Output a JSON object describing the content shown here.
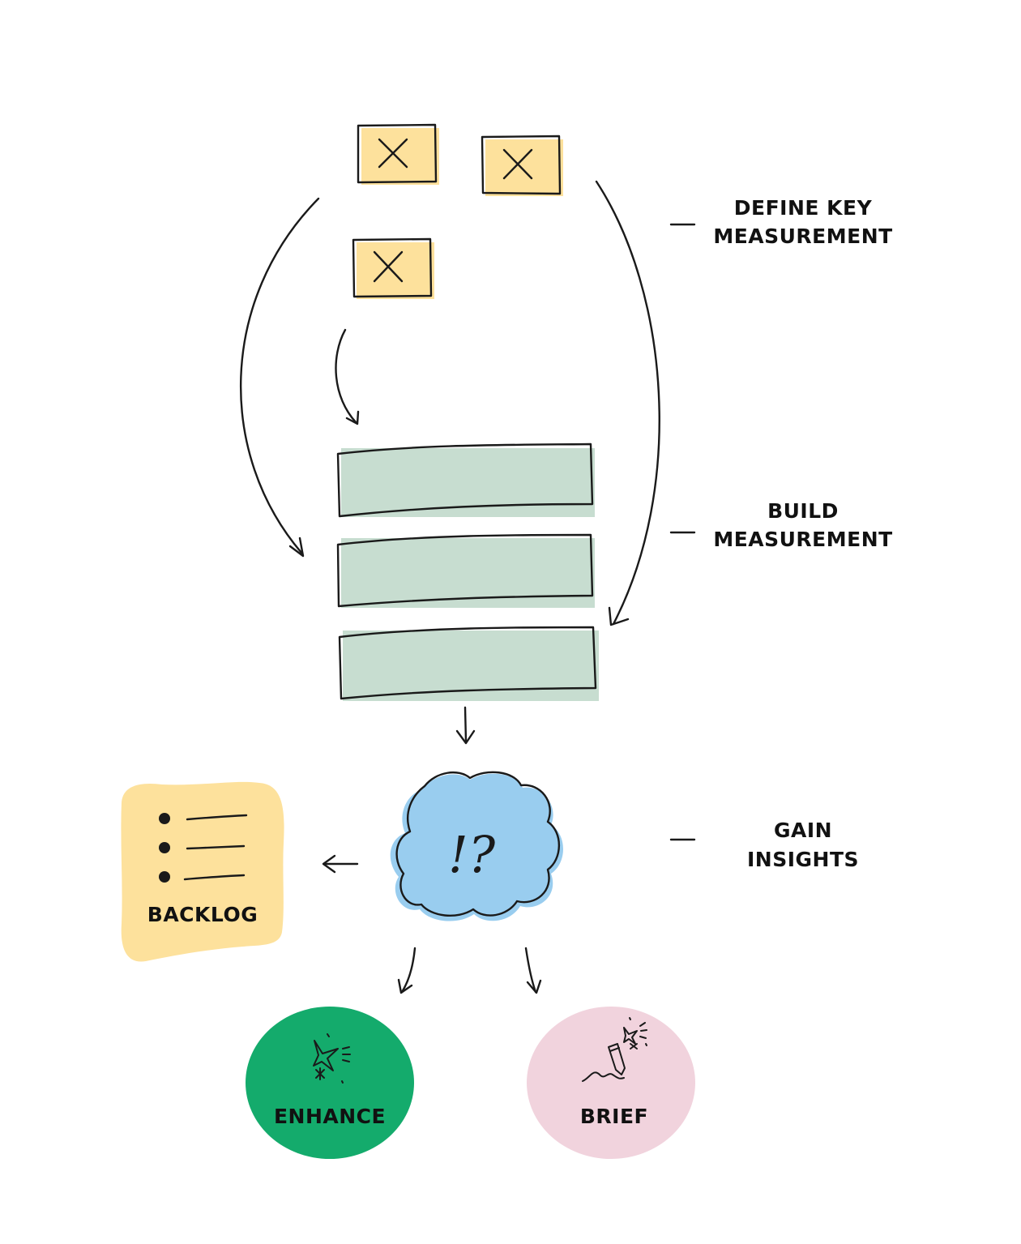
{
  "colors": {
    "ink": "#1a1a1a",
    "sticky_yellow": "#fde19c",
    "bar_green": "#c7ddd0",
    "cloud_blue": "#99cdef",
    "enhance_green": "#14ab6c",
    "brief_pink": "#f1d3dd"
  },
  "stages": [
    {
      "line1": "DEFINE KEY",
      "line2": "MEASUREMENT"
    },
    {
      "line1": "BUILD",
      "line2": "MEASUREMENT"
    },
    {
      "line1": "GAIN",
      "line2": "INSIGHTS"
    }
  ],
  "nodes": {
    "backlog": "BACKLOG",
    "enhance": "ENHANCE",
    "brief": "BRIEF",
    "insight_glyph": "!?"
  },
  "icons": {
    "sticky": "x-mark-icon",
    "backlog": "checklist-icon",
    "enhance": "sparkle-icon",
    "brief": "pencil-icon",
    "cloud": "thought-cloud-icon"
  }
}
